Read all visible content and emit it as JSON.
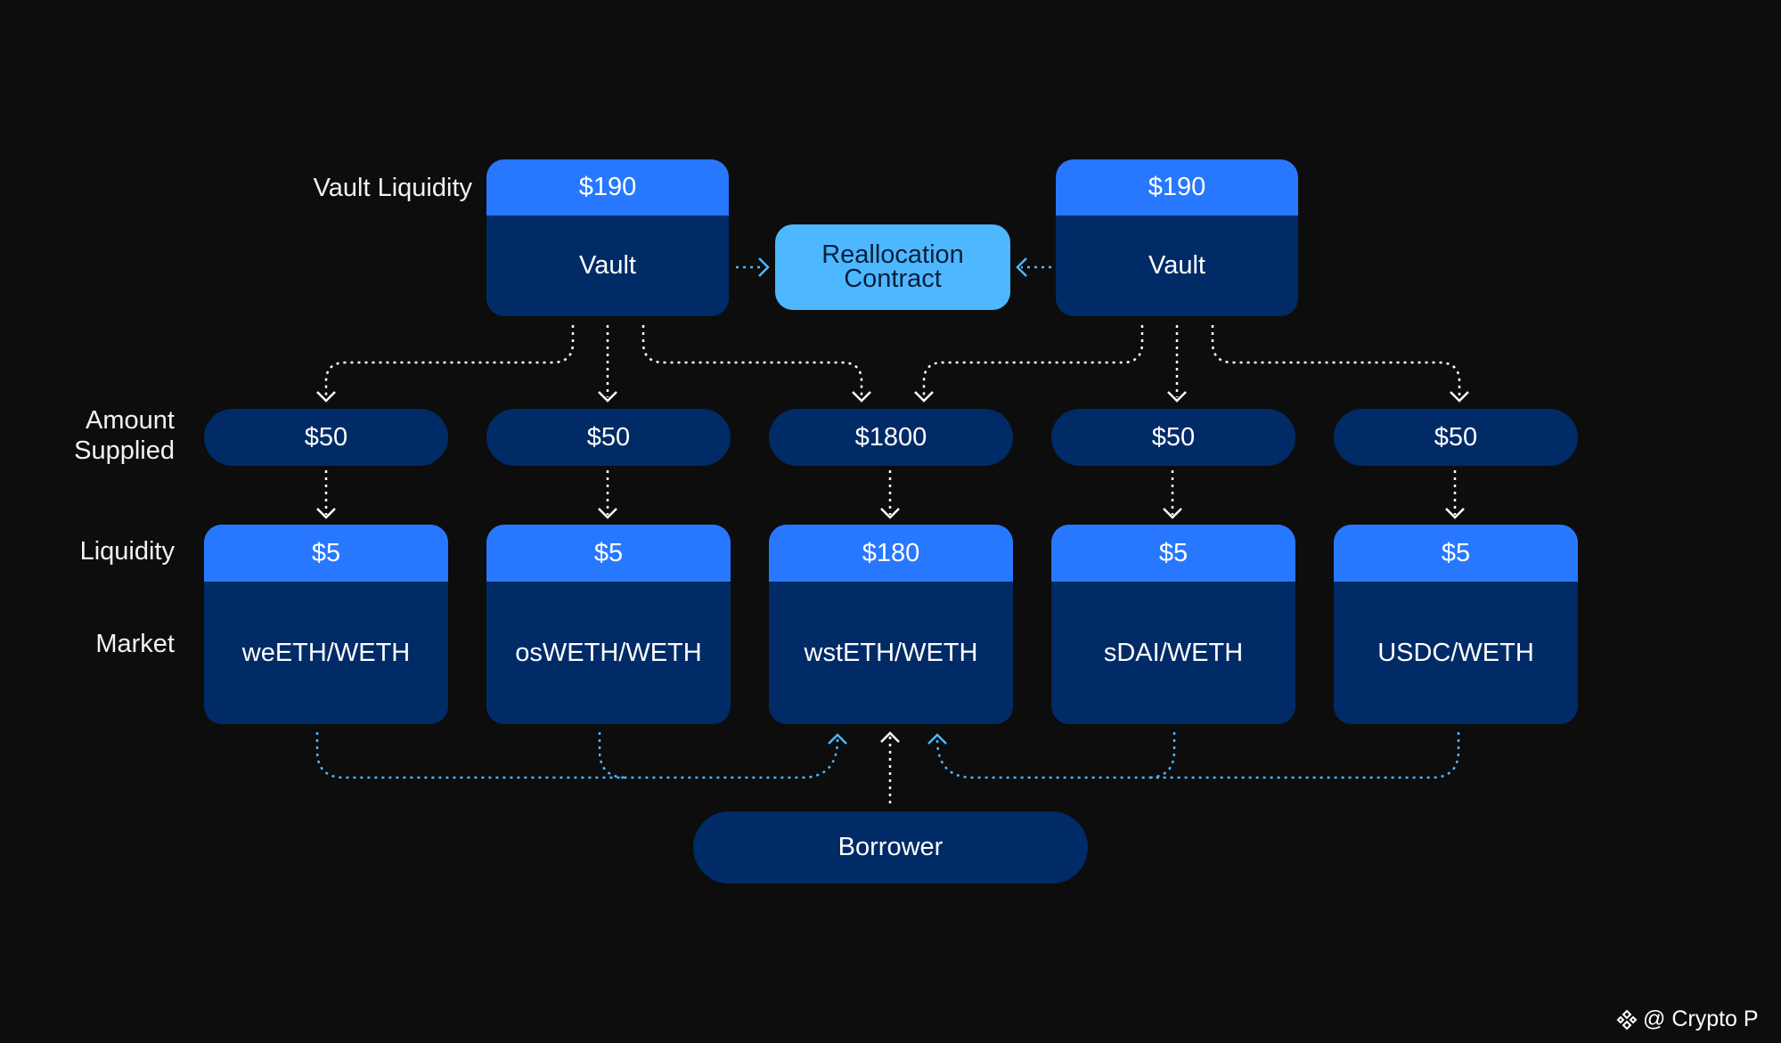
{
  "labels": {
    "vault_liquidity": "Vault Liquidity",
    "amount_supplied_1": "Amount",
    "amount_supplied_2": "Supplied",
    "liquidity": "Liquidity",
    "market": "Market"
  },
  "vaults": [
    {
      "liquidity": "$190",
      "name": "Vault"
    },
    {
      "liquidity": "$190",
      "name": "Vault"
    }
  ],
  "reallocation": {
    "line1": "Reallocation",
    "line2": "Contract"
  },
  "markets": [
    {
      "supplied": "$50",
      "liquidity": "$5",
      "name": "weETH/WETH"
    },
    {
      "supplied": "$50",
      "liquidity": "$5",
      "name": "osWETH/WETH"
    },
    {
      "supplied": "$1800",
      "liquidity": "$180",
      "name": "wstETH/WETH"
    },
    {
      "supplied": "$50",
      "liquidity": "$5",
      "name": "sDAI/WETH"
    },
    {
      "supplied": "$50",
      "liquidity": "$5",
      "name": "USDC/WETH"
    }
  ],
  "borrower": "Borrower",
  "watermark": "@ Crypto P",
  "colors": {
    "background": "#0d0d0d",
    "box_dark": "#002b66",
    "box_bright": "#2878ff",
    "reallocation": "#4db8ff",
    "arrow_white": "#ffffff",
    "arrow_blue": "#4db8ff"
  }
}
